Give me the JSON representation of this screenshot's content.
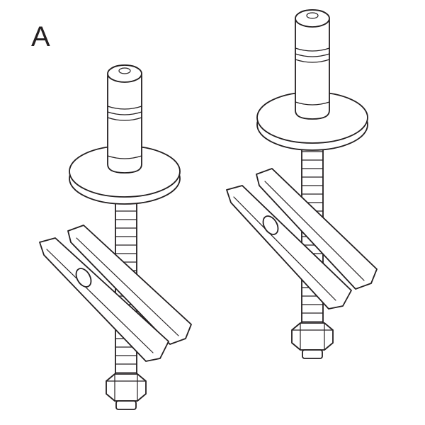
{
  "figure": {
    "label": "A",
    "components": [
      "bolt",
      "bolt"
    ]
  }
}
